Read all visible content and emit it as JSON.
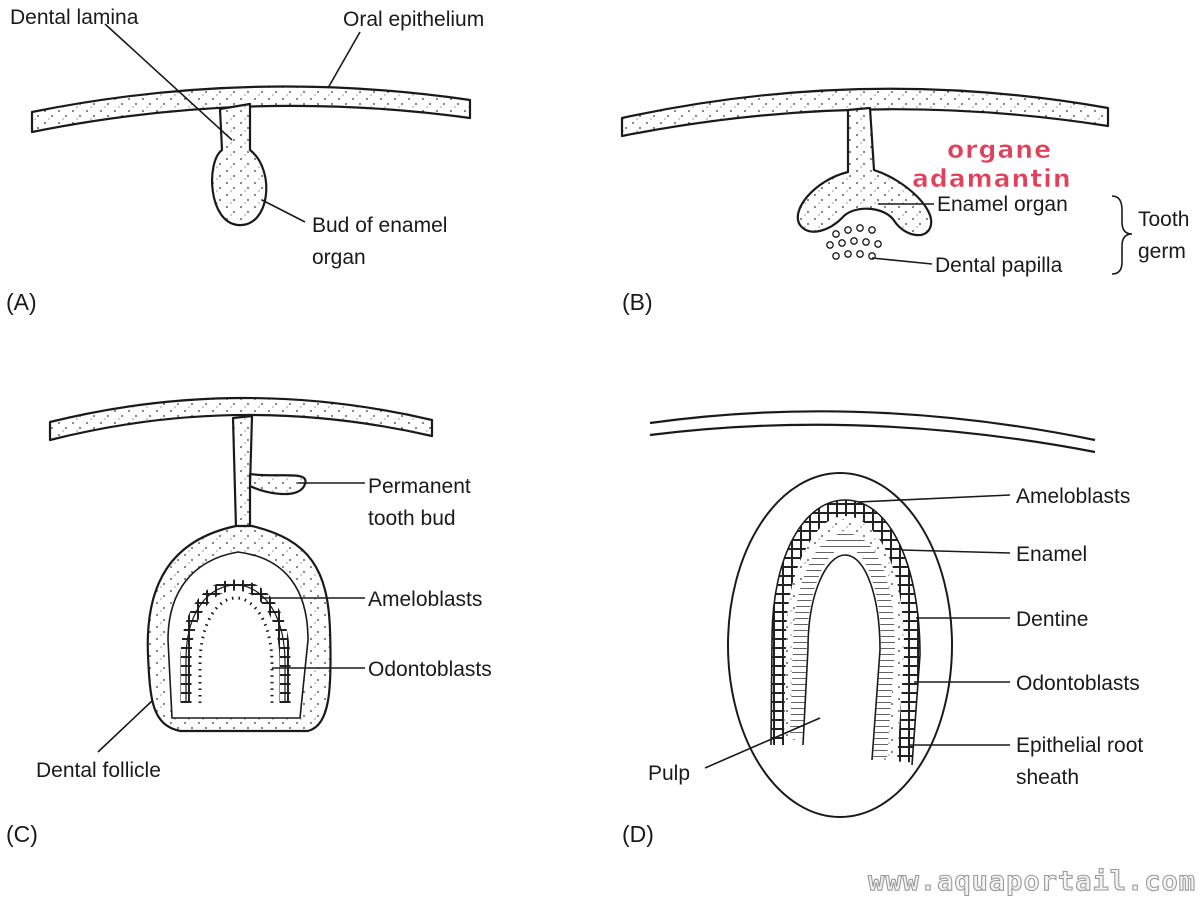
{
  "panels": {
    "a": {
      "tag": "(A)",
      "labels": {
        "dental_lamina": "Dental lamina",
        "oral_epithelium": "Oral epithelium",
        "bud_line1": "Bud of enamel",
        "bud_line2": "organ"
      }
    },
    "b": {
      "tag": "(B)",
      "labels": {
        "enamel_organ": "Enamel organ",
        "dental_papilla": "Dental papilla",
        "tooth_germ_line1": "Tooth",
        "tooth_germ_line2": "germ"
      },
      "annotation": {
        "line1": "organe",
        "line2": "adamantin",
        "color": "#e0405a"
      }
    },
    "c": {
      "tag": "(C)",
      "labels": {
        "permanent_line1": "Permanent",
        "permanent_line2": "tooth bud",
        "ameloblasts": "Ameloblasts",
        "odontoblasts": "Odontoblasts",
        "dental_follicle": "Dental follicle"
      }
    },
    "d": {
      "tag": "(D)",
      "labels": {
        "ameloblasts": "Ameloblasts",
        "enamel": "Enamel",
        "dentine": "Dentine",
        "odontoblasts": "Odontoblasts",
        "root_line1": "Epithelial root",
        "root_line2": "sheath",
        "pulp": "Pulp"
      }
    }
  },
  "watermark": "www.aquaportail.com"
}
